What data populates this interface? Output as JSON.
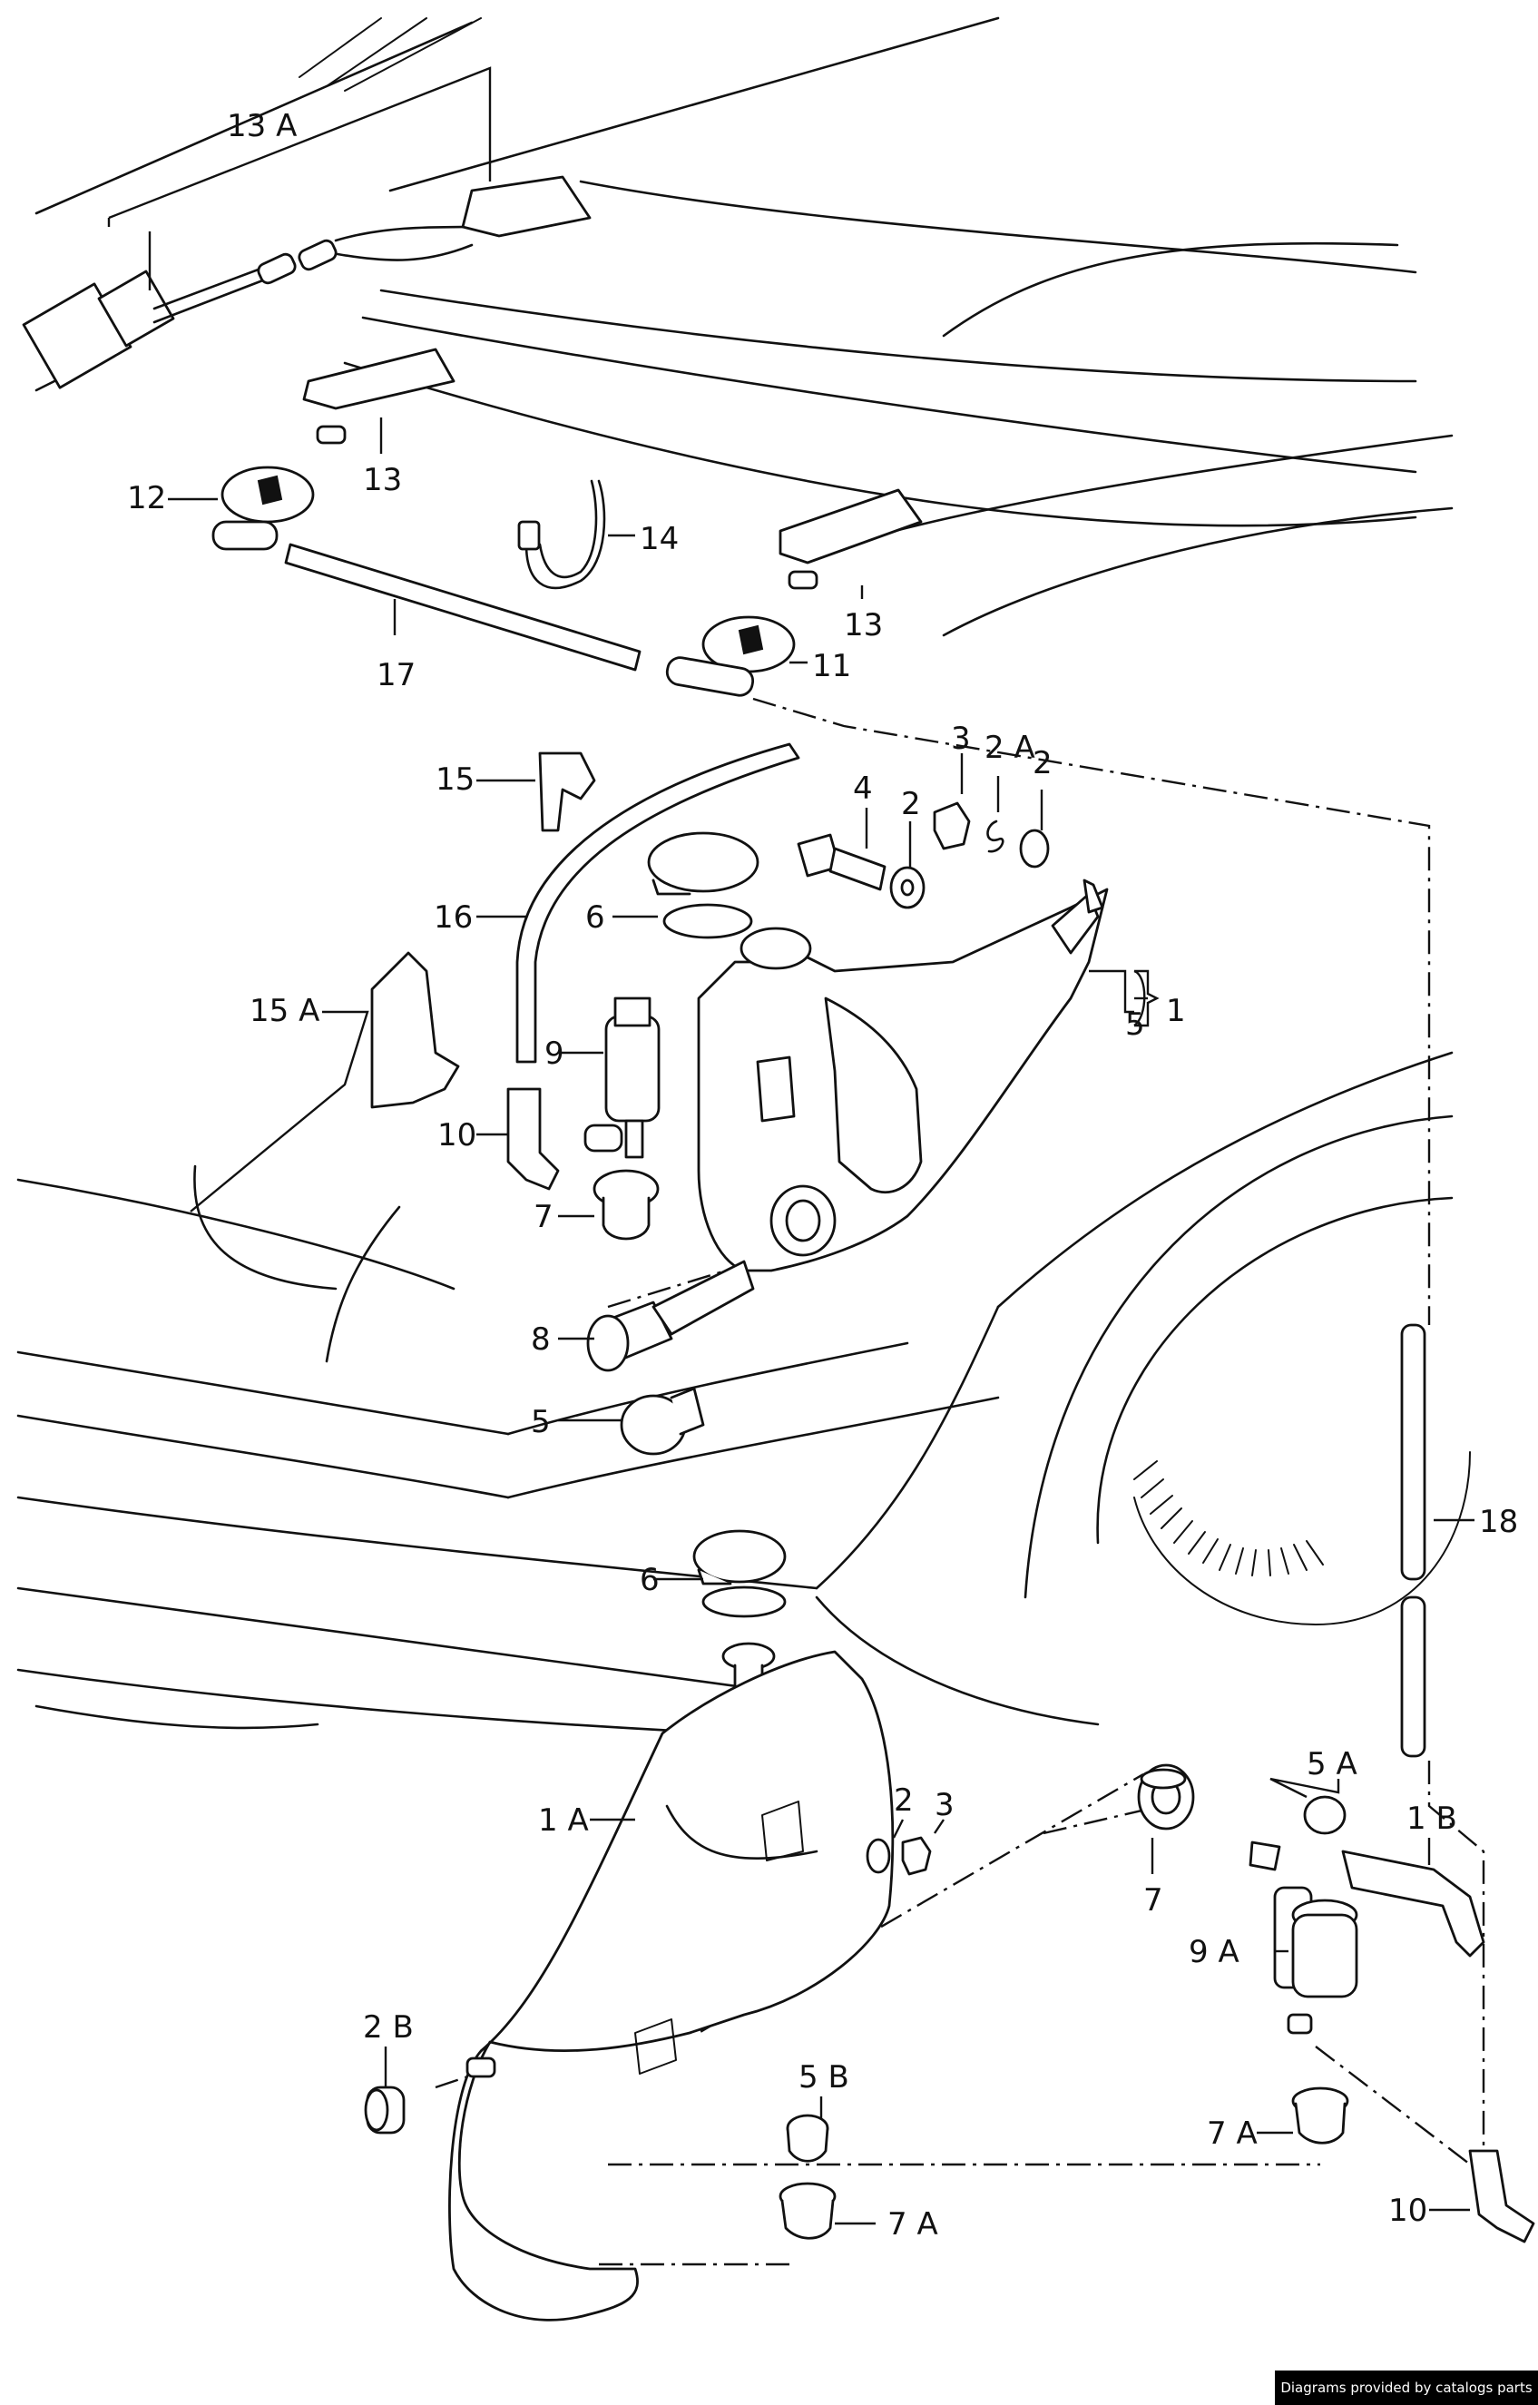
{
  "labels": {
    "l13a": "13 A",
    "l13_top": "13",
    "l12": "12",
    "l14": "14",
    "l13_right": "13",
    "l17": "17",
    "l11": "11",
    "l15": "15",
    "l3_top": "3",
    "l2a": "2 A",
    "l4": "4",
    "l2_left": "2",
    "l2_right": "2",
    "l16": "16",
    "l6_top": "6",
    "l15a": "15 A",
    "l9": "9",
    "l5_bracket": "5",
    "l1": "1",
    "l10_left": "10",
    "l7_top": "7",
    "l8": "8",
    "l5": "5",
    "l18": "18",
    "l6_lower": "6",
    "l5a": "5 A",
    "l1a": "1 A",
    "l2_lower": "2",
    "l3_lower": "3",
    "l1b": "1 B",
    "l7_lower": "7",
    "l9a": "9 A",
    "l2b": "2 B",
    "l5b": "5 B",
    "l7a_right": "7 A",
    "l7a_bottom": "7 A",
    "l10_right": "10"
  },
  "footer": {
    "credit": "Diagrams provided by catalogs parts"
  }
}
